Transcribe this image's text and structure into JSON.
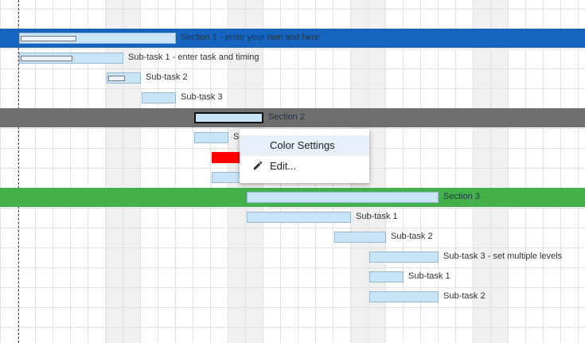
{
  "colors": {
    "section_1_band": "#1565c0",
    "section_2_band": "#6e6e6e",
    "section_3_band": "#43b04a",
    "task_bar": "#c9e4f6",
    "highlight_bar": "#ff0000",
    "weekend_shade": "#f0f0f0",
    "grid_line": "#e2e2e2",
    "menu_highlight": "#e8f0fb"
  },
  "gantt": {
    "rows": [
      {
        "label": "Section 1 - enter your own text here",
        "kind": "section",
        "band_color": "#1565c0"
      },
      {
        "label": "Sub-task 1 - enter task and timing",
        "kind": "task"
      },
      {
        "label": "Sub-task 2",
        "kind": "task"
      },
      {
        "label": "Sub-task 3",
        "kind": "task"
      },
      {
        "label": "Section 2",
        "kind": "section",
        "band_color": "#6e6e6e",
        "selected": true
      },
      {
        "label": "Su",
        "kind": "task"
      },
      {
        "label": "",
        "kind": "task",
        "bar_color": "#ff0000"
      },
      {
        "label": "",
        "kind": "task"
      },
      {
        "label": "Section 3",
        "kind": "section",
        "band_color": "#43b04a"
      },
      {
        "label": "Sub-task 1",
        "kind": "task"
      },
      {
        "label": "Sub-task 2",
        "kind": "task"
      },
      {
        "label": "Sub-task 3 - set multiple levels",
        "kind": "task"
      },
      {
        "label": "Sub-task 1",
        "kind": "task"
      },
      {
        "label": "Sub-task 2",
        "kind": "task"
      }
    ]
  },
  "context_menu": {
    "items": [
      {
        "label": "Color Settings",
        "icon": "",
        "highlighted": true
      },
      {
        "label": "Edit...",
        "icon": "pencil-icon",
        "highlighted": false
      }
    ]
  }
}
